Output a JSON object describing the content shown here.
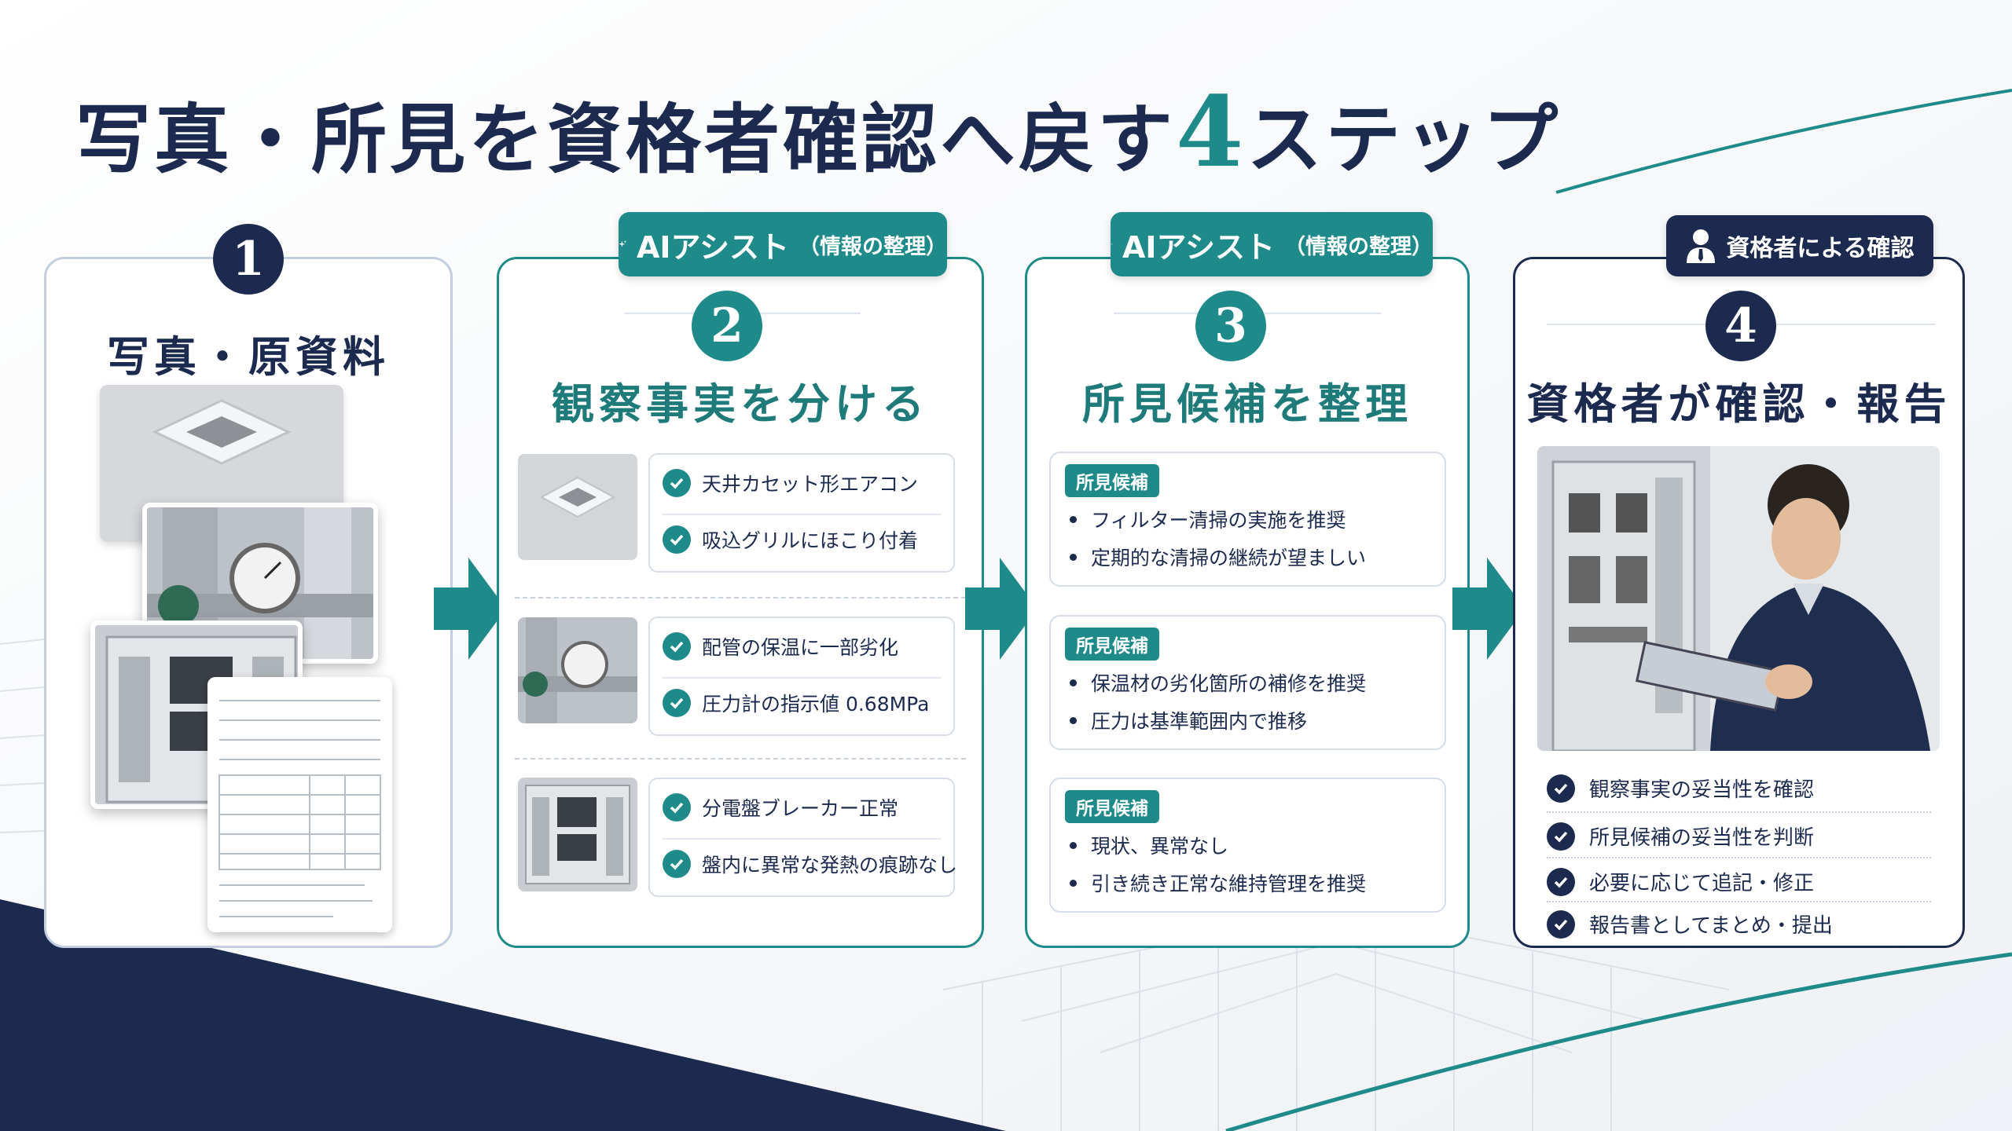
{
  "title": {
    "pre": "写真・所見を資格者確認へ戻す",
    "num": "4",
    "post": "ステップ"
  },
  "colors": {
    "navy": "#1b2a4e",
    "teal": "#1f8a8a"
  },
  "steps": [
    {
      "number": "1",
      "heading": "写真・原資料"
    },
    {
      "number": "2",
      "heading": "観察事実を分ける",
      "badge": {
        "icon": "sparkle-icon",
        "main": "AIアシスト",
        "sub": "（情報の整理）"
      },
      "facts": [
        {
          "thumb": "ceiling-aircon-photo",
          "items": [
            "天井カセット形エアコン",
            "吸込グリルにほこり付着"
          ]
        },
        {
          "thumb": "piping-gauge-photo",
          "items": [
            "配管の保温に一部劣化",
            "圧力計の指示値 0.68MPa"
          ]
        },
        {
          "thumb": "distribution-panel-photo",
          "items": [
            "分電盤ブレーカー正常",
            "盤内に異常な発熱の痕跡なし"
          ]
        }
      ]
    },
    {
      "number": "3",
      "heading": "所見候補を整理",
      "badge": {
        "icon": "sparkle-icon",
        "main": "AIアシスト",
        "sub": "（情報の整理）"
      },
      "findings": [
        {
          "tag": "所見候補",
          "items": [
            "フィルター清掃の実施を推奨",
            "定期的な清掃の継続が望ましい"
          ]
        },
        {
          "tag": "所見候補",
          "items": [
            "保温材の劣化箇所の補修を推奨",
            "圧力は基準範囲内で推移"
          ]
        },
        {
          "tag": "所見候補",
          "items": [
            "現状、異常なし",
            "引き続き正常な維持管理を推奨"
          ]
        }
      ]
    },
    {
      "number": "4",
      "heading": "資格者が確認・報告",
      "badge": {
        "icon": "person-icon",
        "main": "資格者による確認"
      },
      "items": [
        "観察事実の妥当性を確認",
        "所見候補の妥当性を判断",
        "必要に応じて追記・修正",
        "報告書としてまとめ・提出"
      ]
    }
  ]
}
